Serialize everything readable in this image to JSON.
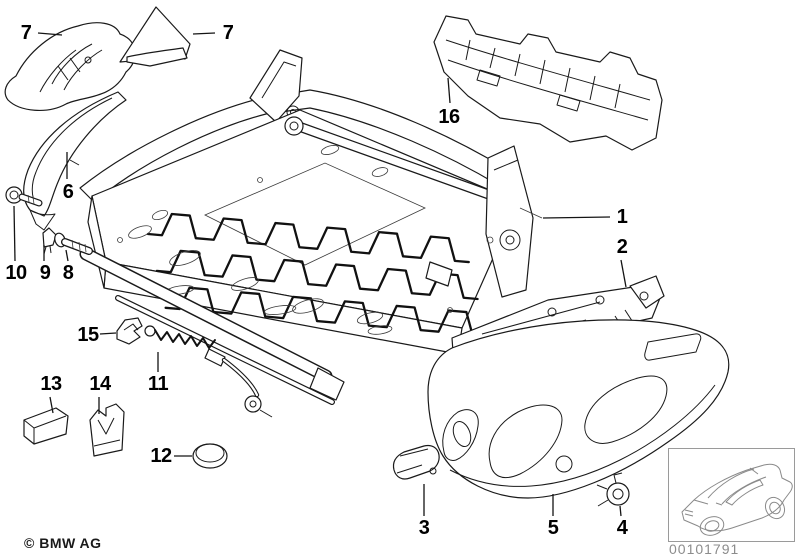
{
  "diagram": {
    "type": "parts-exploded-diagram",
    "subject": "BMW seat frame and mechanism",
    "callouts": [
      {
        "id": "7-left",
        "label": "7"
      },
      {
        "id": "7-right",
        "label": "7"
      },
      {
        "id": "16",
        "label": "16"
      },
      {
        "id": "1",
        "label": "1"
      },
      {
        "id": "2",
        "label": "2"
      },
      {
        "id": "6",
        "label": "6"
      },
      {
        "id": "10",
        "label": "10"
      },
      {
        "id": "9",
        "label": "9"
      },
      {
        "id": "8",
        "label": "8"
      },
      {
        "id": "15",
        "label": "15"
      },
      {
        "id": "13",
        "label": "13"
      },
      {
        "id": "14",
        "label": "14"
      },
      {
        "id": "11",
        "label": "11"
      },
      {
        "id": "12",
        "label": "12"
      },
      {
        "id": "3",
        "label": "3"
      },
      {
        "id": "5",
        "label": "5"
      },
      {
        "id": "4",
        "label": "4"
      }
    ],
    "colors": {
      "line": "#1a1a1a",
      "muted_text": "#8c8c8c",
      "background": "#ffffff"
    }
  },
  "footer": {
    "copyright": "© BMW AG"
  },
  "inset": {
    "caption": "00101791"
  }
}
